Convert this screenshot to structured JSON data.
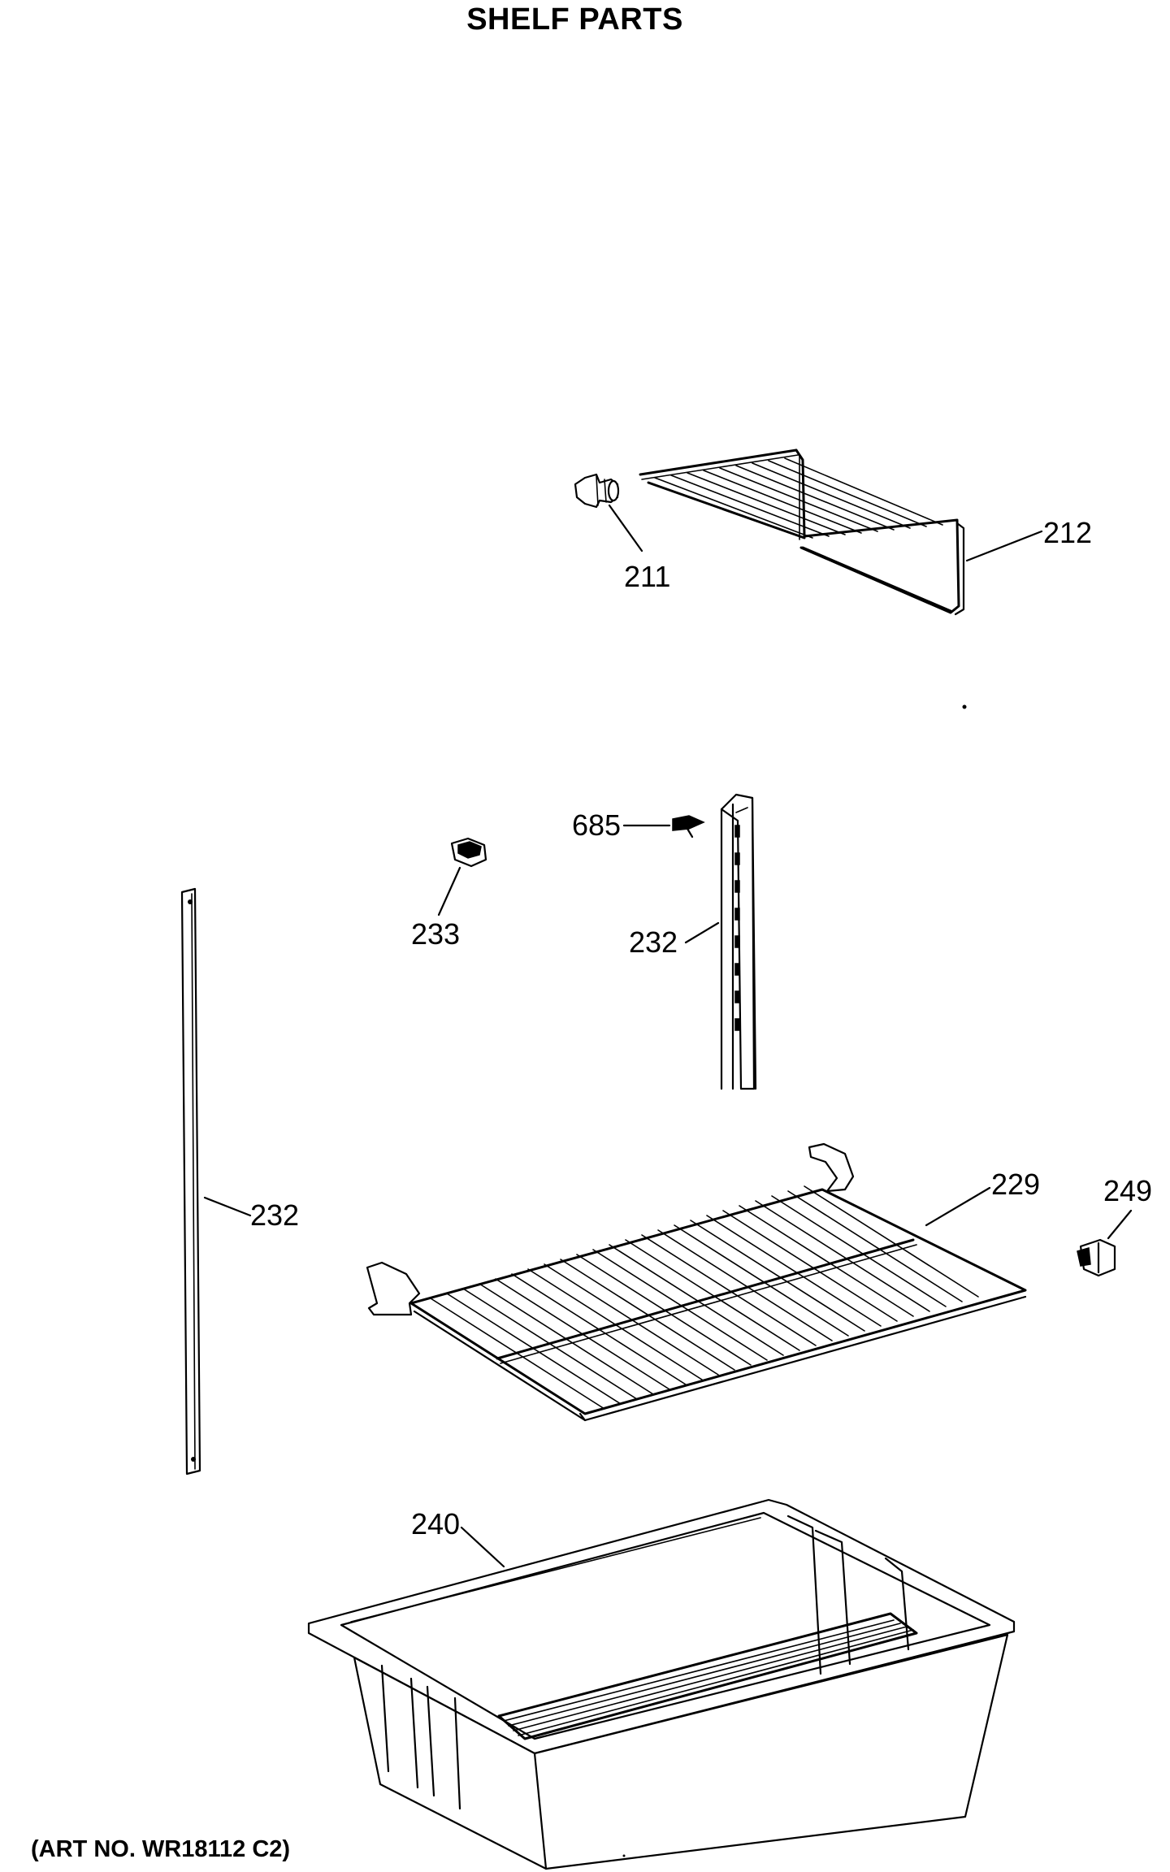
{
  "title": "SHELF PARTS",
  "footer": "(ART NO. WR18112 C2)",
  "callouts": {
    "c211": "211",
    "c212": "212",
    "c685": "685",
    "c233": "233",
    "c232_center": "232",
    "c232_left": "232",
    "c229": "229",
    "c249": "249",
    "c240": "240"
  }
}
